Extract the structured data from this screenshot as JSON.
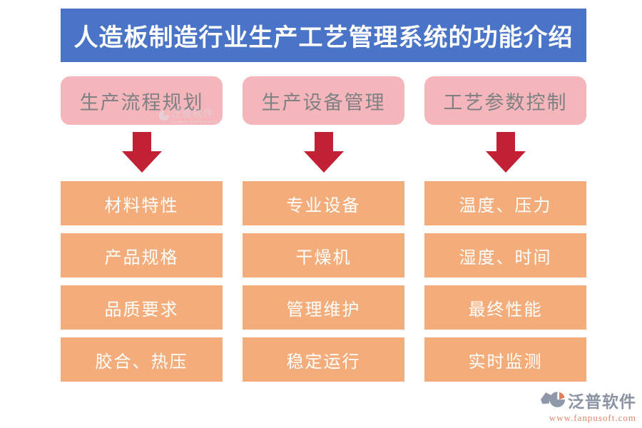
{
  "title": "人造板制造行业生产工艺管理系统的功能介绍",
  "colors": {
    "banner_blue": "#4a74c8",
    "header_pink": "#f4b6bb",
    "item_orange": "#f4ad7a",
    "arrow_red": "#c22035",
    "header_text_gray": "#7f8184",
    "item_text": "#ffffff",
    "footer_text_gray": "#8b93a2",
    "footer_url_orange": "#e2876b"
  },
  "columns": [
    {
      "header": "生产流程规划",
      "items": [
        "材料特性",
        "产品规格",
        "品质要求",
        "胶合、热压"
      ]
    },
    {
      "header": "生产设备管理",
      "items": [
        "专业设备",
        "干燥机",
        "管理维护",
        "稳定运行"
      ]
    },
    {
      "header": "工艺参数控制",
      "items": [
        "温度、压力",
        "湿度、时间",
        "最终性能",
        "实时监测"
      ]
    }
  ],
  "watermark": {
    "name": "泛普软件",
    "subtext": "FANPU SOFTWARE"
  },
  "footer": {
    "brand": "泛普软件",
    "url": "www.fanpusoft.com"
  }
}
